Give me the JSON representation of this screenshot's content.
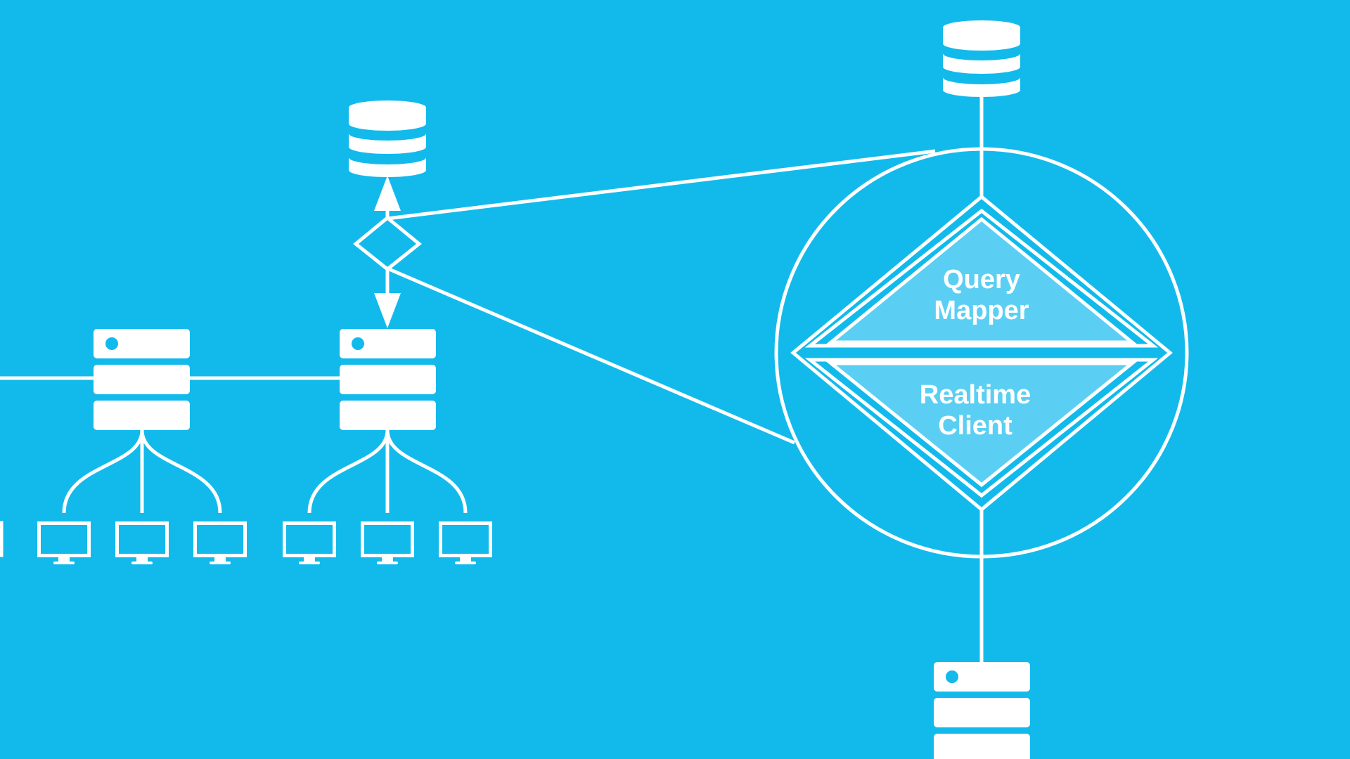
{
  "colors": {
    "background": "#12baec",
    "stroke": "#ffffff",
    "triangle_fill": "#5bcff3"
  },
  "labels": {
    "upper_top": "Query",
    "upper_bottom": "Mapper",
    "lower_top": "Realtime",
    "lower_bottom": "Client"
  },
  "icons": [
    "database-icon",
    "server-icon",
    "monitor-icon",
    "arrow-up-icon",
    "arrow-down-icon",
    "diamond-icon",
    "magnifier-circle-icon"
  ]
}
